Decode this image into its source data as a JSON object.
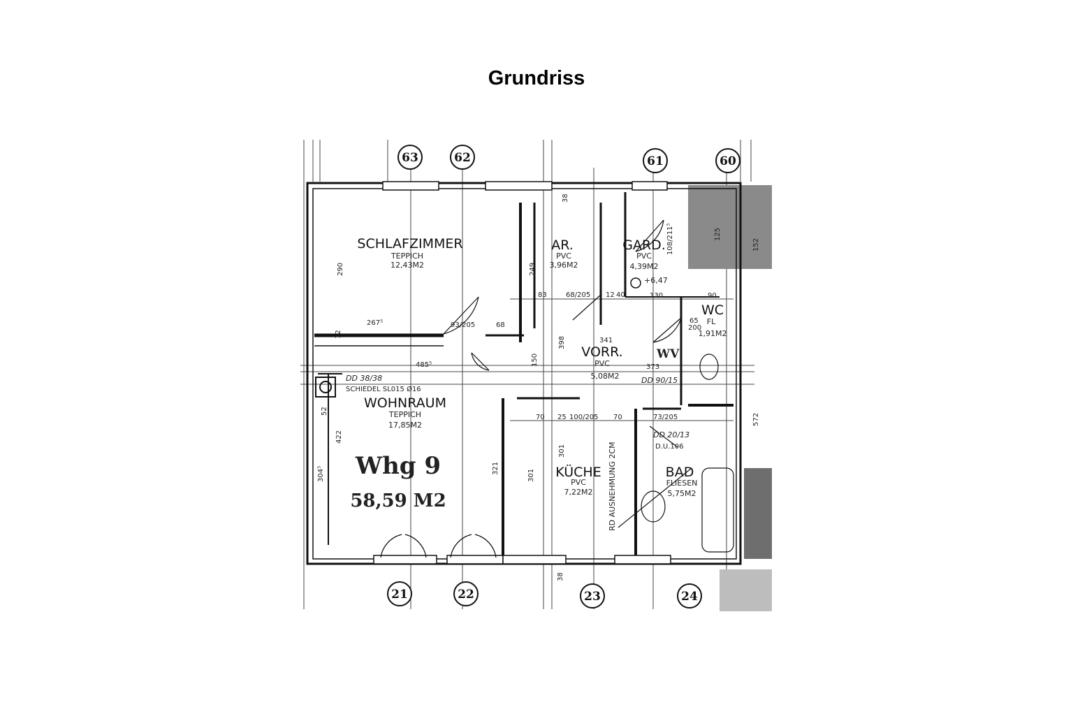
{
  "title": "Grundriss",
  "axes_top": [
    "63",
    "62",
    "61",
    "60"
  ],
  "axes_bottom": [
    "21",
    "22",
    "23",
    "24"
  ],
  "rooms": {
    "schlafzimmer": {
      "name": "SCHLAFZIMMER",
      "floor": "TEPPICH",
      "area": "12,43M2"
    },
    "ar": {
      "name": "AR.",
      "floor": "PVC",
      "area": "3,96M2"
    },
    "gard": {
      "name": "GARD.",
      "floor": "PVC",
      "area": "4,39M2"
    },
    "wc": {
      "name": "WC",
      "floor": "FL",
      "area": "1,91M2"
    },
    "vorr": {
      "name": "VORR.",
      "floor": "PVC",
      "area": "5,08M2"
    },
    "wohnraum": {
      "name": "WOHNRAUM",
      "floor": "TEPPICH",
      "area": "17,85M2"
    },
    "kueche": {
      "name": "KÜCHE",
      "floor": "PVC",
      "area": "7,22M2"
    },
    "bad": {
      "name": "BAD",
      "floor": "FLIESEN",
      "area": "5,75M2"
    }
  },
  "unit": {
    "name": "Whg 9",
    "area": "58,59 M2"
  },
  "notes": {
    "level": "+6,47",
    "wv": "WV",
    "dd_left": "DD 38/38",
    "schiedel": "SCHIEDEL SL015 Ø16",
    "dd_mid": "DD 90/15",
    "dd_bad": "DD 20/13",
    "du": "D.U.106",
    "ausnehmung": "RD AUSNEHMUNG 2CM"
  },
  "dims": {
    "d290": "290",
    "d267": "267⁵",
    "d93": "93/205",
    "d68": "68",
    "d12a": "12",
    "d485": "485⁵",
    "d249": "249",
    "d83": "83",
    "d68b": "68/205",
    "d12b": "12",
    "d40": "40",
    "d130": "130",
    "d90": "90",
    "d341": "341",
    "d373": "373",
    "d398": "398",
    "d38t": "38",
    "d38b": "38",
    "d422": "422",
    "d304": "304⁵",
    "d52": "52",
    "d321": "321",
    "d301": "301",
    "d301b": "301",
    "d100": "100/205",
    "d70a": "70",
    "d70b": "70",
    "d25": "25",
    "d73": "73/205",
    "d150": "150",
    "d108": "108/211⁵",
    "d125": "125",
    "d152": "152",
    "d572": "572",
    "d65": "65",
    "d200": "200"
  }
}
